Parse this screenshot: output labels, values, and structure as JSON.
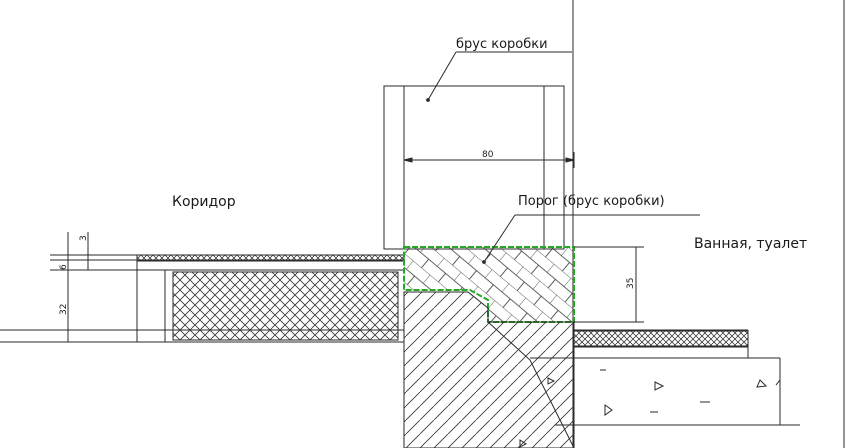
{
  "labels": {
    "frame_beam": "брус коробки",
    "corridor": "Коридор",
    "threshold": "Порог (брус коробки)",
    "bathroom": "Ванная, туалет"
  },
  "dimensions": {
    "frame_width": "80",
    "threshold_height": "35",
    "finish_layer": "3",
    "base_layer": "6",
    "screed_layer": "32"
  },
  "colors": {
    "line": "#2a2a2a",
    "threshold_outline": "#22aa22"
  }
}
